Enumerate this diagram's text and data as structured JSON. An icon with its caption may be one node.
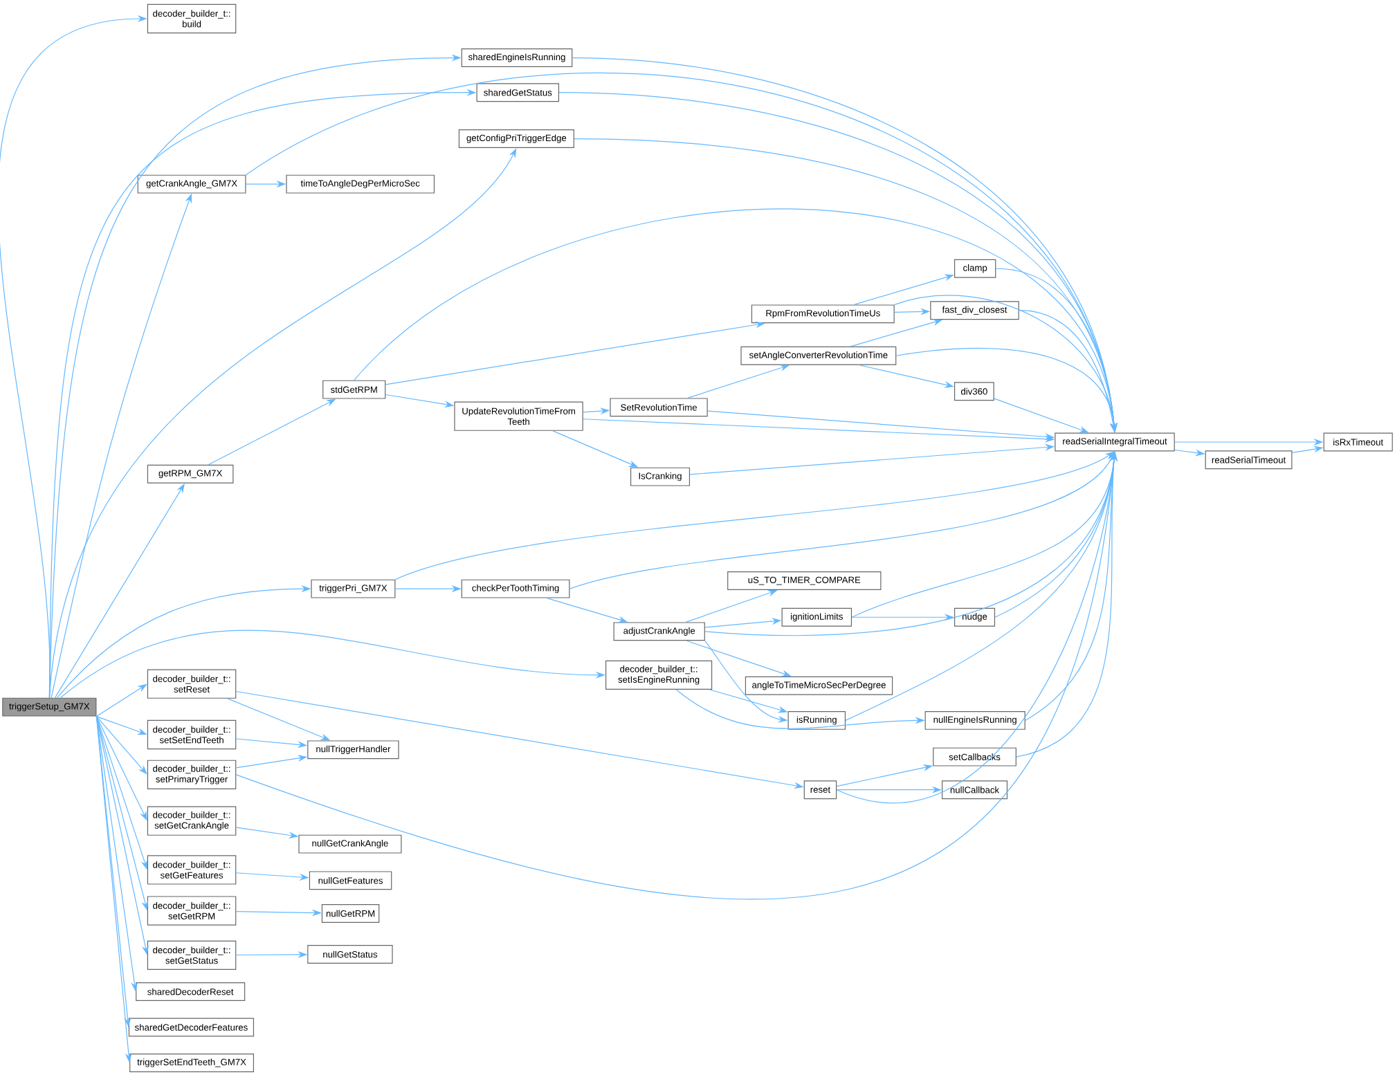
{
  "diagram": {
    "nodes": [
      {
        "text": [
          "triggerSetup_GM7X"
        ]
      },
      {
        "text": [
          "decoder_builder_t:: build"
        ]
      },
      {
        "text": [
          "sharedEngineIsRunning"
        ]
      },
      {
        "text": [
          "sharedGetStatus"
        ]
      },
      {
        "text": [
          "getConfigPriTriggerEdge"
        ]
      },
      {
        "text": [
          "getCrankAngle_GM7X"
        ]
      },
      {
        "text": [
          "timeToAngleDegPerMicroSec"
        ]
      },
      {
        "text": [
          "getRPM_GM7X"
        ]
      },
      {
        "text": [
          "stdGetRPM"
        ]
      },
      {
        "text": [
          "RpmFromRevolutionTimeUs"
        ]
      },
      {
        "text": [
          "UpdateRevolutionTimeFrom Teeth"
        ]
      },
      {
        "text": [
          "SetRevolutionTime"
        ]
      },
      {
        "text": [
          "setAngleConverterRevolutionTime"
        ]
      },
      {
        "text": [
          "clamp"
        ]
      },
      {
        "text": [
          "fast_div_closest"
        ]
      },
      {
        "text": [
          "div360"
        ]
      },
      {
        "text": [
          "IsCranking"
        ]
      },
      {
        "text": [
          "readSerialIntegralTimeout"
        ]
      },
      {
        "text": [
          "readSerialTimeout"
        ]
      },
      {
        "text": [
          "isRxTimeout"
        ]
      },
      {
        "text": [
          "triggerPri_GM7X"
        ]
      },
      {
        "text": [
          "checkPerToothTiming"
        ]
      },
      {
        "text": [
          "adjustCrankAngle"
        ]
      },
      {
        "text": [
          "uS_TO_TIMER_COMPARE"
        ]
      },
      {
        "text": [
          "ignitionLimits"
        ]
      },
      {
        "text": [
          "nudge"
        ]
      },
      {
        "text": [
          "angleToTimeMicroSecPerDegree"
        ]
      },
      {
        "text": [
          "decoder_builder_t:: setIsEngineRunning"
        ]
      },
      {
        "text": [
          "isRunning"
        ]
      },
      {
        "text": [
          "nullEngineIsRunning"
        ]
      },
      {
        "text": [
          "decoder_builder_t:: setReset"
        ]
      },
      {
        "text": [
          "decoder_builder_t:: setSetEndTeeth"
        ]
      },
      {
        "text": [
          "nullTriggerHandler"
        ]
      },
      {
        "text": [
          "decoder_builder_t:: setPrimaryTrigger"
        ]
      },
      {
        "text": [
          "reset"
        ]
      },
      {
        "text": [
          "setCallbacks"
        ]
      },
      {
        "text": [
          "nullCallback"
        ]
      },
      {
        "text": [
          "decoder_builder_t:: setGetCrankAngle"
        ]
      },
      {
        "text": [
          "nullGetCrankAngle"
        ]
      },
      {
        "text": [
          "decoder_builder_t:: setGetFeatures"
        ]
      },
      {
        "text": [
          "nullGetFeatures"
        ]
      },
      {
        "text": [
          "decoder_builder_t:: setGetRPM"
        ]
      },
      {
        "text": [
          "nullGetRPM"
        ]
      },
      {
        "text": [
          "decoder_builder_t:: setGetStatus"
        ]
      },
      {
        "text": [
          "nullGetStatus"
        ]
      },
      {
        "text": [
          "sharedDecoderReset"
        ]
      },
      {
        "text": [
          "sharedGetDecoderFeatures"
        ]
      },
      {
        "text": [
          "triggerSetEndTeeth_GM7X"
        ]
      }
    ],
    "edges": [
      {
        "from": 0,
        "to": 1,
        "arrow": "to"
      },
      {
        "from": 0,
        "to": 2,
        "arrow": "to"
      },
      {
        "from": 0,
        "to": 3,
        "arrow": "to"
      },
      {
        "from": 0,
        "to": 4,
        "arrow": "to"
      },
      {
        "from": 0,
        "to": 5,
        "arrow": "to"
      },
      {
        "from": 0,
        "to": 7,
        "arrow": "to"
      },
      {
        "from": 0,
        "to": 20,
        "arrow": "to"
      },
      {
        "from": 0,
        "to": 27,
        "arrow": "to"
      },
      {
        "from": 0,
        "to": 30,
        "arrow": "to"
      },
      {
        "from": 0,
        "to": 31,
        "arrow": "to"
      },
      {
        "from": 0,
        "to": 33,
        "arrow": "to"
      },
      {
        "from": 0,
        "to": 37,
        "arrow": "to"
      },
      {
        "from": 0,
        "to": 39,
        "arrow": "to"
      },
      {
        "from": 0,
        "to": 41,
        "arrow": "to"
      },
      {
        "from": 0,
        "to": 43,
        "arrow": "to"
      },
      {
        "from": 0,
        "to": 45,
        "arrow": "to"
      },
      {
        "from": 0,
        "to": 46,
        "arrow": "to"
      },
      {
        "from": 0,
        "to": 47,
        "arrow": "to"
      },
      {
        "from": 2,
        "to": 17,
        "arrow": "to"
      },
      {
        "from": 3,
        "to": 17,
        "arrow": "to"
      },
      {
        "from": 4,
        "to": 17,
        "arrow": "to"
      },
      {
        "from": 5,
        "to": 17,
        "arrow": "to"
      },
      {
        "from": 5,
        "to": 6,
        "arrow": "to"
      },
      {
        "from": 7,
        "to": 8,
        "arrow": "to"
      },
      {
        "from": 8,
        "to": 17,
        "arrow": "to"
      },
      {
        "from": 8,
        "to": 9,
        "arrow": "to"
      },
      {
        "from": 8,
        "to": 10,
        "arrow": "to"
      },
      {
        "from": 9,
        "to": 17,
        "arrow": "to"
      },
      {
        "from": 9,
        "to": 13,
        "arrow": "to"
      },
      {
        "from": 9,
        "to": 14,
        "arrow": "to"
      },
      {
        "from": 10,
        "to": 11,
        "arrow": "to"
      },
      {
        "from": 10,
        "to": 17,
        "arrow": "to"
      },
      {
        "from": 10,
        "to": 16,
        "arrow": "to"
      },
      {
        "from": 11,
        "to": 12,
        "arrow": "to"
      },
      {
        "from": 11,
        "to": 17,
        "arrow": "to"
      },
      {
        "from": 12,
        "to": 14,
        "arrow": "to"
      },
      {
        "from": 12,
        "to": 17,
        "arrow": "to"
      },
      {
        "from": 12,
        "to": 15,
        "arrow": "to"
      },
      {
        "from": 13,
        "to": 17,
        "arrow": "to"
      },
      {
        "from": 14,
        "to": 17,
        "arrow": "to"
      },
      {
        "from": 15,
        "to": 17,
        "arrow": "to"
      },
      {
        "from": 16,
        "to": 17,
        "arrow": "to"
      },
      {
        "from": 17,
        "to": 19,
        "arrow": "to"
      },
      {
        "from": 17,
        "to": 18,
        "arrow": "to"
      },
      {
        "from": 18,
        "to": 19,
        "arrow": "to"
      },
      {
        "from": 20,
        "to": 17,
        "arrow": "to"
      },
      {
        "from": 20,
        "to": 21,
        "arrow": "to"
      },
      {
        "from": 21,
        "to": 17,
        "arrow": "to"
      },
      {
        "from": 21,
        "to": 22,
        "arrow": "to"
      },
      {
        "from": 22,
        "to": 23,
        "arrow": "to"
      },
      {
        "from": 22,
        "to": 24,
        "arrow": "to"
      },
      {
        "from": 22,
        "to": 26,
        "arrow": "to"
      },
      {
        "from": 22,
        "to": 17,
        "arrow": "to"
      },
      {
        "from": 22,
        "to": 28,
        "arrow": "to"
      },
      {
        "from": 24,
        "to": 25,
        "arrow": "to"
      },
      {
        "from": 24,
        "to": 17,
        "arrow": "to"
      },
      {
        "from": 25,
        "to": 17,
        "arrow": "to"
      },
      {
        "from": 27,
        "to": 28,
        "arrow": "to"
      },
      {
        "from": 27,
        "to": 29,
        "arrow": "to"
      },
      {
        "from": 28,
        "to": 17,
        "arrow": "to"
      },
      {
        "from": 29,
        "to": 17,
        "arrow": "to"
      },
      {
        "from": 30,
        "to": 32,
        "arrow": "to"
      },
      {
        "from": 30,
        "to": 34,
        "arrow": "to"
      },
      {
        "from": 31,
        "to": 32,
        "arrow": "to"
      },
      {
        "from": 33,
        "to": 32,
        "arrow": "to"
      },
      {
        "from": 33,
        "to": 17,
        "arrow": "to"
      },
      {
        "from": 34,
        "to": 35,
        "arrow": "to"
      },
      {
        "from": 34,
        "to": 36,
        "arrow": "to"
      },
      {
        "from": 34,
        "to": 17,
        "arrow": "to"
      },
      {
        "from": 35,
        "to": 17,
        "arrow": "to"
      },
      {
        "from": 37,
        "to": 38,
        "arrow": "to"
      },
      {
        "from": 39,
        "to": 40,
        "arrow": "to"
      },
      {
        "from": 41,
        "to": 42,
        "arrow": "to"
      },
      {
        "from": 43,
        "to": 44,
        "arrow": "to"
      }
    ]
  }
}
